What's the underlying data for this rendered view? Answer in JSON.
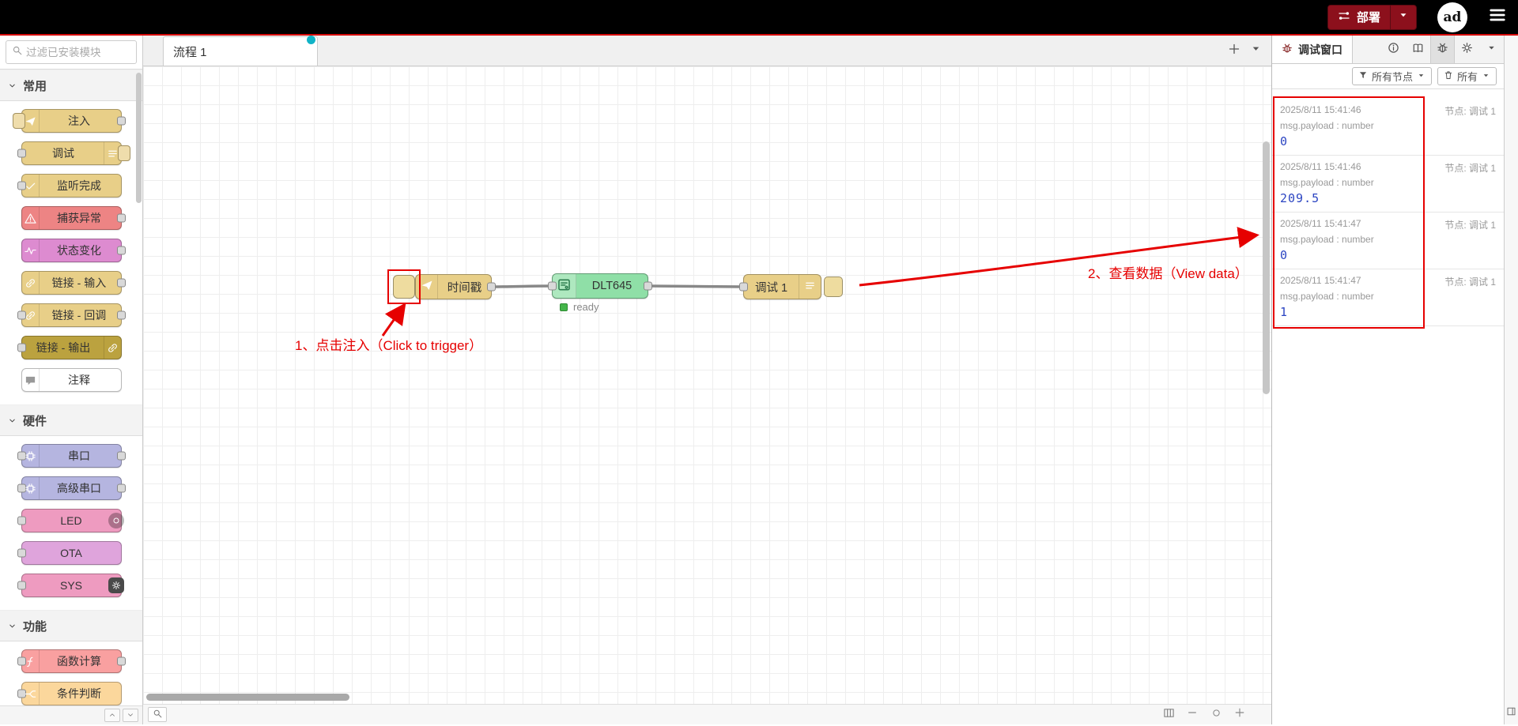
{
  "header": {
    "deploy": {
      "label": "部署"
    },
    "logo": "ad"
  },
  "palette": {
    "search_placeholder": "过滤已安装模块",
    "categories": [
      {
        "label": "常用",
        "nodes": [
          {
            "id": "inject",
            "label": "注入",
            "color": "#e8cf88",
            "icon": "paper-plane",
            "iconSide": "left",
            "ports": [
              "right"
            ],
            "button": "left"
          },
          {
            "id": "debug",
            "label": "调试",
            "color": "#e8cf88",
            "icon": "lines",
            "iconSide": "right",
            "ports": [
              "left"
            ],
            "button": "right"
          },
          {
            "id": "complete",
            "label": "监听完成",
            "color": "#e8cf88",
            "icon": "check",
            "iconSide": "left",
            "ports": [
              "left"
            ]
          },
          {
            "id": "catch",
            "label": "捕获异常",
            "color": "#ed8484",
            "icon": "warning",
            "iconSide": "left",
            "ports": [
              "right"
            ]
          },
          {
            "id": "status",
            "label": "状态变化",
            "color": "#dd8bd0",
            "icon": "pulse",
            "iconSide": "left",
            "ports": [
              "right"
            ]
          },
          {
            "id": "link-in",
            "label": "链接 - 输入",
            "color": "#e8cf88",
            "icon": "link",
            "iconSide": "left",
            "ports": [
              "right"
            ]
          },
          {
            "id": "link-call",
            "label": "链接 - 回调",
            "color": "#e8cf88",
            "icon": "link",
            "iconSide": "left",
            "ports": [
              "left",
              "right"
            ]
          },
          {
            "id": "link-out",
            "label": "链接 - 输出",
            "color": "#bba23f",
            "icon": "link",
            "iconSide": "right",
            "ports": [
              "left"
            ]
          },
          {
            "id": "comment",
            "label": "注释",
            "color": "#ffffff",
            "icon": "comment",
            "iconSide": "left",
            "iconColor": "#999",
            "ports": []
          }
        ]
      },
      {
        "label": "硬件",
        "nodes": [
          {
            "id": "serial",
            "label": "串口",
            "color": "#b5b5e0",
            "icon": "chip",
            "iconSide": "left",
            "ports": [
              "left",
              "right"
            ]
          },
          {
            "id": "serial-adv",
            "label": "高级串口",
            "color": "#b5b5e0",
            "icon": "chip",
            "iconSide": "left",
            "ports": [
              "left",
              "right"
            ]
          },
          {
            "id": "led",
            "label": "LED",
            "color": "#ee9bc0",
            "badge": "ring",
            "ports": [
              "left"
            ]
          },
          {
            "id": "ota",
            "label": "OTA",
            "color": "#dfa4dc",
            "ports": [
              "left"
            ]
          },
          {
            "id": "sys",
            "label": "SYS",
            "color": "#ee9bc0",
            "badge": "gear",
            "ports": [
              "left"
            ]
          }
        ]
      },
      {
        "label": "功能",
        "nodes": [
          {
            "id": "function",
            "label": "函数计算",
            "color": "#f9a0a0",
            "icon": "func",
            "iconSide": "left",
            "ports": [
              "left",
              "right"
            ]
          },
          {
            "id": "switch",
            "label": "条件判断",
            "color": "#fbd79c",
            "icon": "fork",
            "iconSide": "left",
            "ports": [
              "left"
            ]
          }
        ]
      }
    ]
  },
  "tabbar": {
    "tabs": [
      {
        "label": "流程 1"
      }
    ]
  },
  "canvas": {
    "nodes": {
      "inject": {
        "label": "时间戳"
      },
      "dlt645": {
        "label": "DLT645",
        "status": "ready"
      },
      "debug": {
        "label": "调试 1"
      }
    },
    "annotations": {
      "step1": "1、点击注入（Click to trigger）",
      "step2": "2、查看数据（View data）"
    }
  },
  "sidebar": {
    "title": "调试窗口",
    "filters": {
      "nodes": "所有节点",
      "all": "所有"
    },
    "messages": [
      {
        "time": "2025/8/11 15:41:46",
        "node": "节点: 调试 1",
        "meta": "msg.payload : number",
        "value": "0"
      },
      {
        "time": "2025/8/11 15:41:46",
        "node": "节点: 调试 1",
        "meta": "msg.payload : number",
        "value": "209.5"
      },
      {
        "time": "2025/8/11 15:41:47",
        "node": "节点: 调试 1",
        "meta": "msg.payload : number",
        "value": "0"
      },
      {
        "time": "2025/8/11 15:41:47",
        "node": "节点: 调试 1",
        "meta": "msg.payload : number",
        "value": "1"
      }
    ]
  },
  "colors": {
    "annotation": "#e60000",
    "number_value": "#2c45c2",
    "deploy_bg": "#8c101c",
    "tab_dot": "#10b3c7",
    "wire": "#888888"
  }
}
